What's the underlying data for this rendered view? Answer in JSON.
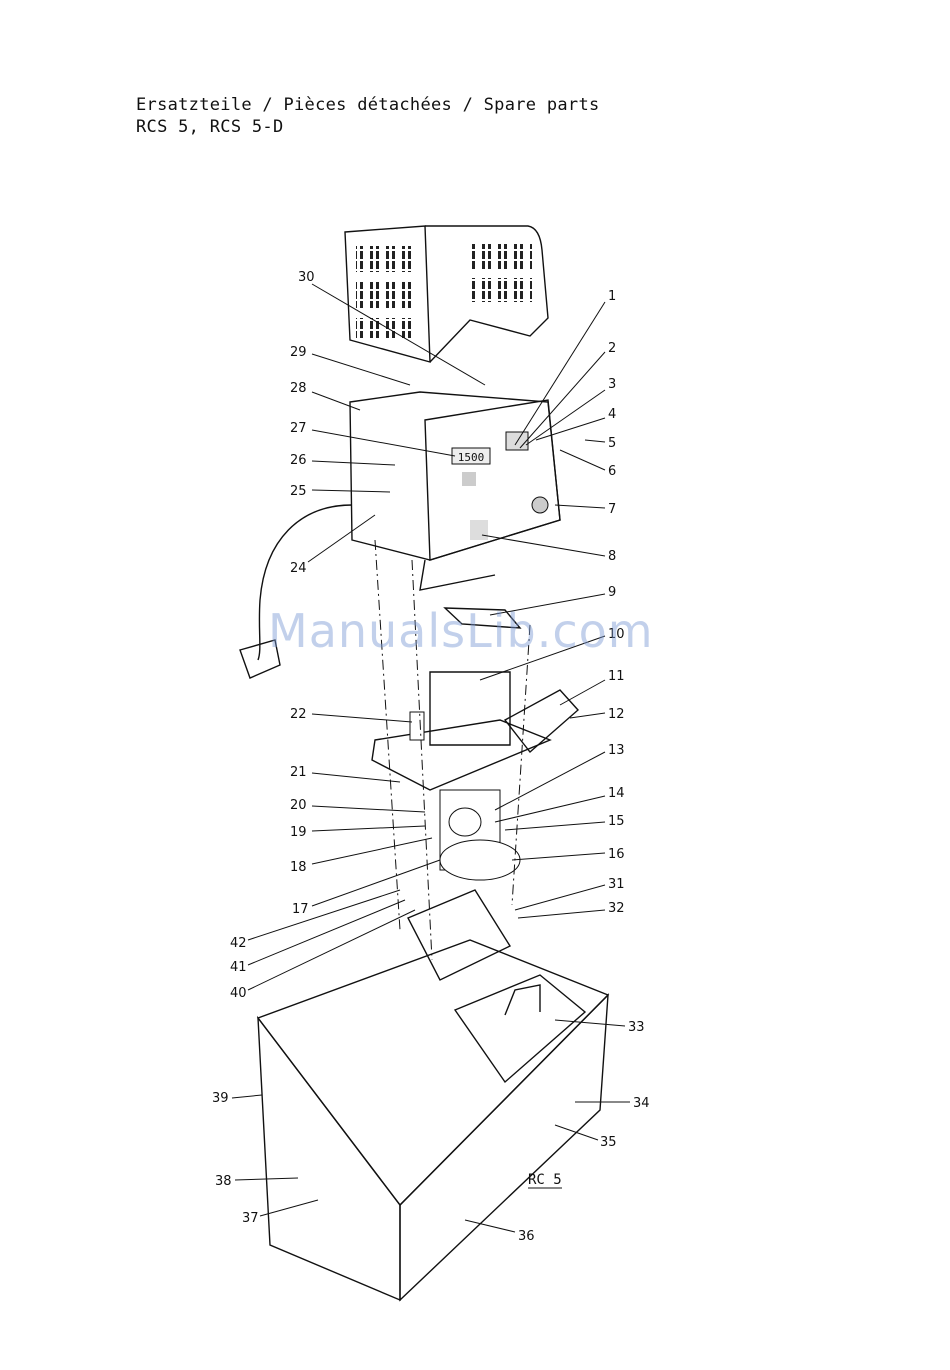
{
  "header": {
    "title": "Ersatzteile / Pièces détachées / Spare parts",
    "models": "RCS 5, RCS 5-D"
  },
  "watermark": "ManualsLib.com",
  "display_reading": "1500",
  "model_label": "RC 5",
  "callouts": [
    "1",
    "2",
    "3",
    "4",
    "5",
    "6",
    "7",
    "8",
    "9",
    "10",
    "11",
    "12",
    "13",
    "14",
    "15",
    "16",
    "17",
    "18",
    "19",
    "20",
    "21",
    "22",
    "24",
    "25",
    "26",
    "27",
    "28",
    "29",
    "30",
    "31",
    "32",
    "33",
    "34",
    "35",
    "36",
    "37",
    "38",
    "39",
    "40",
    "41",
    "42"
  ]
}
